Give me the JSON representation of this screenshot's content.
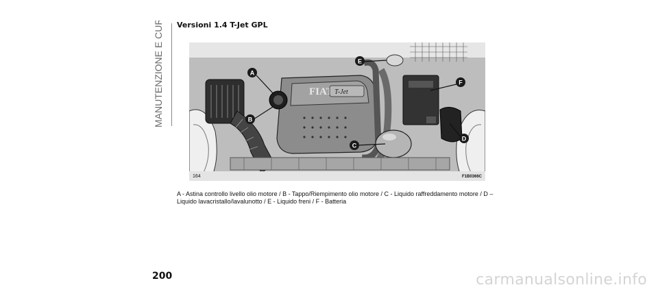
{
  "sidebar": {
    "section_title": "MANUTENZIONE E CURA"
  },
  "section": {
    "title": "Versioni 1.4 T-Jet GPL"
  },
  "figure": {
    "number": "164",
    "code": "F1B0366C",
    "callouts": [
      "A",
      "B",
      "C",
      "D",
      "E",
      "F"
    ],
    "engine_cover_brand": "FIAT",
    "engine_cover_badge": "T-Jet"
  },
  "caption": "A - Astina controllo livello olio motore / B - Tappo/Riempimento olio motore / C - Liquido raffreddamento motore / D – Liquido lavacristallo/lavalunotto / E - Liquido freni / F - Batteria",
  "page": {
    "number": "200"
  },
  "watermark": "carmanualsonline.info"
}
